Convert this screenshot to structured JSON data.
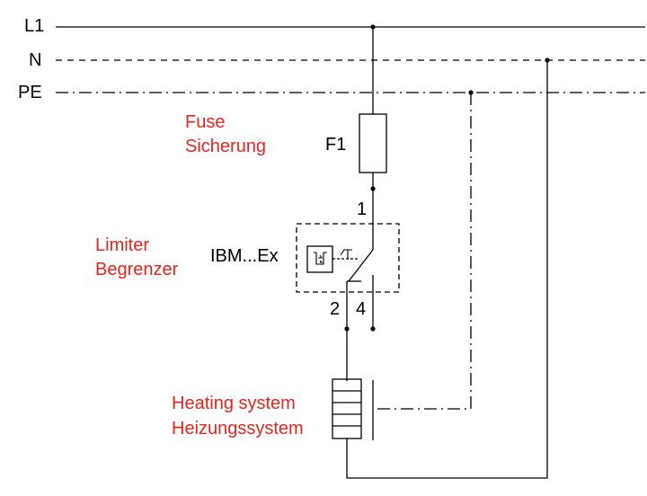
{
  "buses": {
    "l1": "L1",
    "n": "N",
    "pe": "PE"
  },
  "fuse": {
    "label_en": "Fuse",
    "label_de": "Sicherung",
    "designator": "F1",
    "terminal": "1"
  },
  "limiter": {
    "label_en": "Limiter",
    "label_de": "Begrenzer",
    "model": "IBM...Ex",
    "terminal_left": "2",
    "terminal_right": "4"
  },
  "heater": {
    "label_en": "Heating system",
    "label_de": "Heizungssystem"
  },
  "colors": {
    "line": "#000000",
    "annotation": "#e8261d",
    "background": "#ffffff"
  }
}
